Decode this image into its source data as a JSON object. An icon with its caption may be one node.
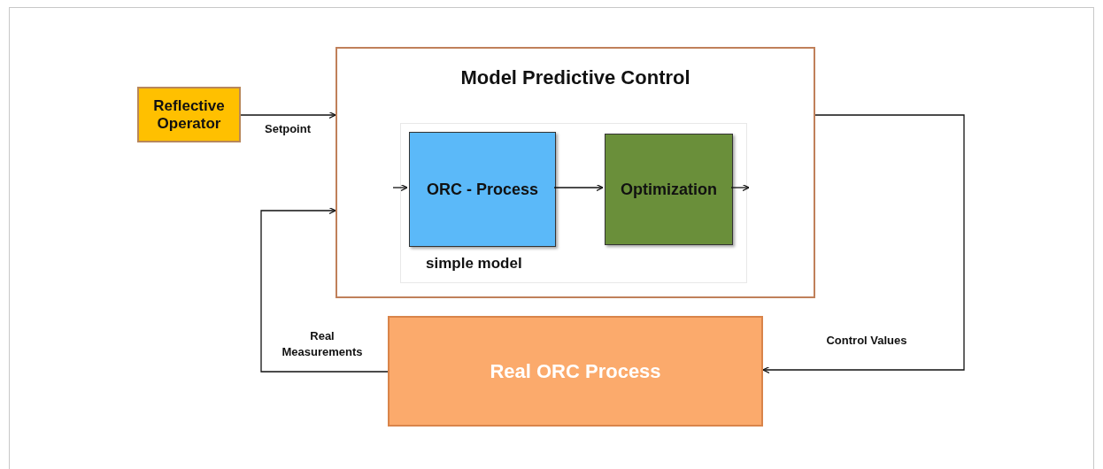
{
  "diagram": {
    "nodes": [
      {
        "text": [
          "Reflective Operator"
        ]
      },
      {
        "text": [
          "Model Predictive Control"
        ]
      },
      {
        "text": [
          "ORC - Process"
        ],
        "in": 1,
        "beside": [
          "simple model"
        ]
      },
      {
        "text": [
          "Optimization"
        ],
        "in": 1
      },
      {
        "text": [
          "Real ORC Process"
        ]
      }
    ],
    "edges": [
      {
        "from": 0,
        "to": 1,
        "arrow": "to",
        "label": "Setpoint"
      },
      {
        "from": 4,
        "to": 1,
        "arrow": "to",
        "label": "Real Measurements"
      },
      {
        "from": 1,
        "to": 4,
        "arrow": "to",
        "label": "Control Values"
      },
      {
        "from": 2,
        "to": 3,
        "arrow": "to"
      },
      {
        "from": null,
        "to": 2,
        "arrow": "to"
      },
      {
        "from": 3,
        "to": null,
        "arrow": "to"
      }
    ]
  }
}
